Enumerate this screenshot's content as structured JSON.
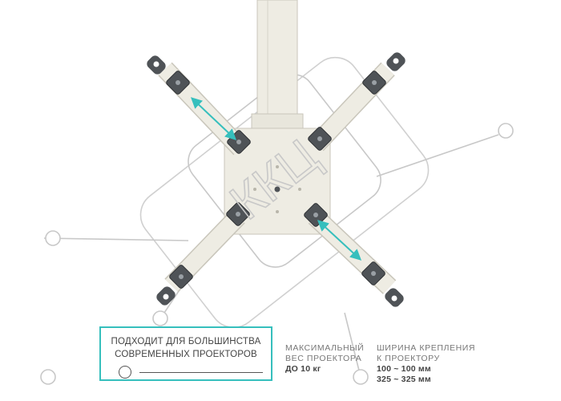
{
  "watermark": {
    "text": "ККЦ"
  },
  "callout": {
    "line1": "ПОДХОДИТ ДЛЯ БОЛЬШИНСТВА",
    "line2": "СОВРЕМЕННЫХ ПРОЕКТОРОВ"
  },
  "specs": {
    "max_weight": {
      "label_line1": "МАКСИМАЛЬНЫЙ",
      "label_line2": "ВЕС ПРОЕКТОРА",
      "value": "ДО 10 кг"
    },
    "mount_width": {
      "label_line1": "ШИРИНА КРЕПЛЕНИЯ",
      "label_line2": "К ПРОЕКТОРУ",
      "value1": "100 ~ 100 мм",
      "value2": "325 ~ 325 мм"
    }
  },
  "colors": {
    "accent": "#36bfbd",
    "mount": "#eeece3",
    "mount_edge": "#c9c6bb",
    "bracket": "#4f5357",
    "watermark": "#c8c8c8"
  }
}
